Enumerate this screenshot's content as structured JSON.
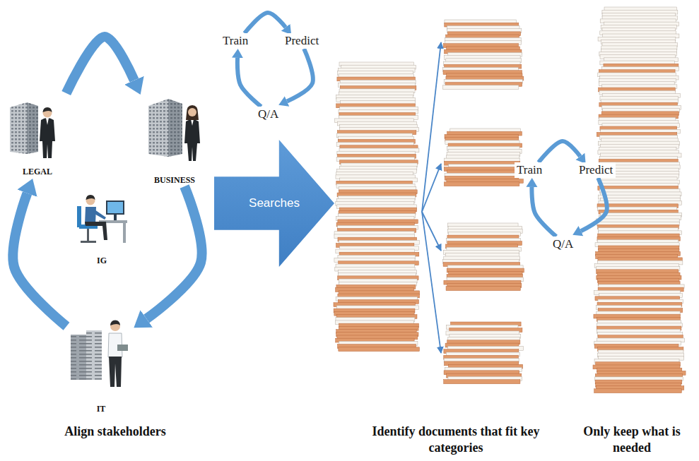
{
  "diagram": {
    "nodes": [
      {
        "text": [
          "LEGAL"
        ]
      },
      {
        "text": [
          "BUSINESS"
        ]
      },
      {
        "text": [
          "IG"
        ]
      },
      {
        "text": [
          "IT"
        ]
      },
      {
        "text": [
          "Train"
        ]
      },
      {
        "text": [
          "Predict"
        ]
      },
      {
        "text": [
          "Q/A"
        ]
      },
      {
        "text": [
          "Searches"
        ]
      },
      {
        "text": [
          "Train"
        ]
      },
      {
        "text": [
          "Predict"
        ]
      },
      {
        "text": [
          "Q/A"
        ]
      }
    ],
    "edges": [
      {
        "from": 0,
        "to": 1,
        "arrow": "to"
      },
      {
        "from": 1,
        "to": 3,
        "arrow": "to"
      },
      {
        "from": 3,
        "to": 0,
        "arrow": "to"
      },
      {
        "from": 4,
        "to": 5,
        "arrow": "to"
      },
      {
        "from": 5,
        "to": 6,
        "arrow": "to"
      },
      {
        "from": 6,
        "to": 4,
        "arrow": "to"
      },
      {
        "from": 8,
        "to": 9,
        "arrow": "to"
      },
      {
        "from": 9,
        "to": 10,
        "arrow": "to"
      },
      {
        "from": 10,
        "to": 8,
        "arrow": "to"
      }
    ],
    "labels": [
      "Align stakeholders",
      "Identify documents that fit key categories",
      "Only keep what is needed"
    ]
  }
}
